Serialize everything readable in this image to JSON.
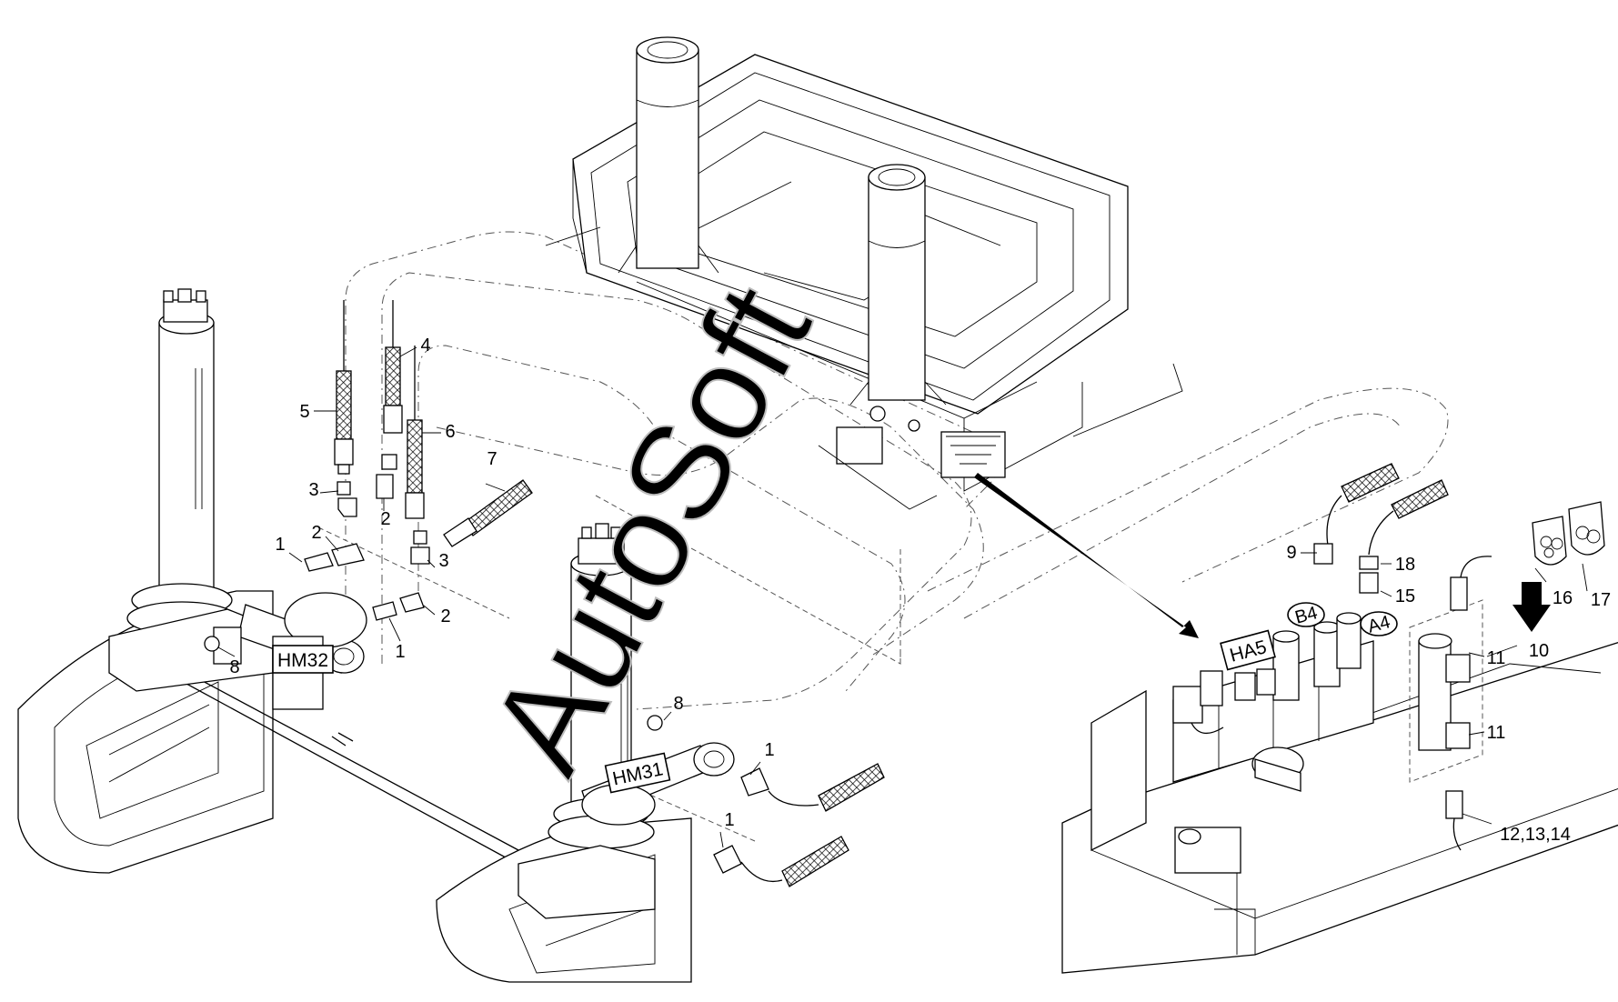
{
  "watermark": "AutoSoft",
  "callouts": [
    {
      "id": "c1a",
      "text": "1"
    },
    {
      "id": "c2a",
      "text": "2"
    },
    {
      "id": "c3a",
      "text": "3"
    },
    {
      "id": "c5",
      "text": "5"
    },
    {
      "id": "c4",
      "text": "4"
    },
    {
      "id": "c6",
      "text": "6"
    },
    {
      "id": "c2b",
      "text": "2"
    },
    {
      "id": "c3b",
      "text": "3"
    },
    {
      "id": "c2c",
      "text": "2"
    },
    {
      "id": "c1b",
      "text": "1"
    },
    {
      "id": "c7",
      "text": "7"
    },
    {
      "id": "c8a",
      "text": "8"
    },
    {
      "id": "c8b",
      "text": "8"
    },
    {
      "id": "c1c",
      "text": "1"
    },
    {
      "id": "c1d",
      "text": "1"
    },
    {
      "id": "c9",
      "text": "9"
    },
    {
      "id": "c18",
      "text": "18"
    },
    {
      "id": "c15",
      "text": "15"
    },
    {
      "id": "c16",
      "text": "16"
    },
    {
      "id": "c17",
      "text": "17"
    },
    {
      "id": "c10",
      "text": "10"
    },
    {
      "id": "c11a",
      "text": "11"
    },
    {
      "id": "c11b",
      "text": "11"
    },
    {
      "id": "c121314",
      "text": "12,13,14"
    }
  ],
  "tags": [
    {
      "id": "HM32",
      "text": "HM32"
    },
    {
      "id": "HM31",
      "text": "HM31"
    },
    {
      "id": "HA5",
      "text": "HA5"
    }
  ],
  "ports": [
    {
      "id": "B4",
      "text": "B4"
    },
    {
      "id": "A4",
      "text": "A4"
    }
  ]
}
